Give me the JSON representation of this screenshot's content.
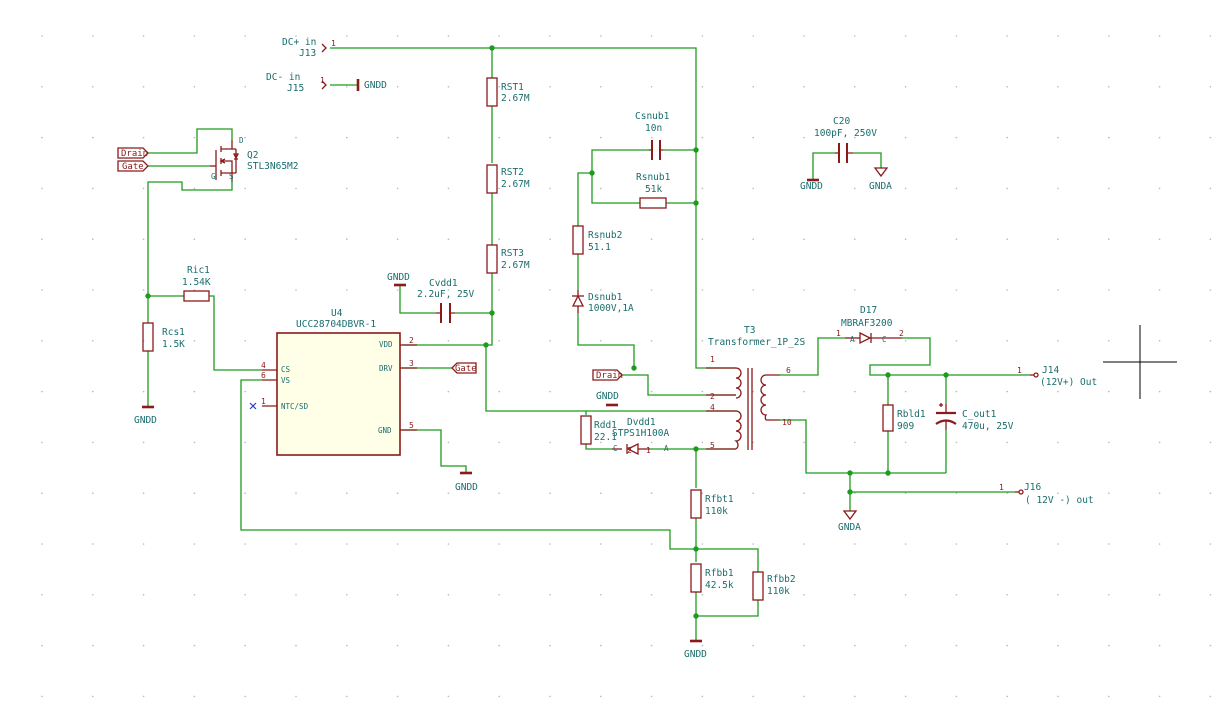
{
  "schematic": {
    "connectors": {
      "j13": {
        "ref": "J13",
        "value": "DC+ in",
        "pin": "1"
      },
      "j15": {
        "ref": "J15",
        "value": "DC- in",
        "pin": "1"
      },
      "j14": {
        "ref": "J14",
        "value": "(12V+) Out",
        "pin": "1"
      },
      "j16": {
        "ref": "J16",
        "value": "( 12V -) out",
        "pin": "1"
      }
    },
    "components": {
      "q2": {
        "ref": "Q2",
        "value": "STL3N65M2"
      },
      "ric1": {
        "ref": "Ric1",
        "value": "1.54K"
      },
      "rcs1": {
        "ref": "Rcs1",
        "value": "1.5K"
      },
      "rst1": {
        "ref": "RST1",
        "value": "2.67M"
      },
      "rst2": {
        "ref": "RST2",
        "value": "2.67M"
      },
      "rst3": {
        "ref": "RST3",
        "value": "2.67M"
      },
      "cvdd1": {
        "ref": "Cvdd1",
        "value": "2.2uF, 25V"
      },
      "csnub1": {
        "ref": "Csnub1",
        "value": "10n"
      },
      "rsnub1": {
        "ref": "Rsnub1",
        "value": "51k"
      },
      "rsnub2": {
        "ref": "Rsnub2",
        "value": "51.1"
      },
      "dsnub1": {
        "ref": "Dsnub1",
        "value": "1000V,1A"
      },
      "c20": {
        "ref": "C20",
        "value": "100pF, 250V"
      },
      "t3": {
        "ref": "T3",
        "value": "Transformer_1P_2S"
      },
      "d17": {
        "ref": "D17",
        "value": "MBRAF3200"
      },
      "rbld1": {
        "ref": "Rbld1",
        "value": "909"
      },
      "cout1": {
        "ref": "C_out1",
        "value": "470u, 25V"
      },
      "rdd1": {
        "ref": "Rdd1",
        "value": "22.1"
      },
      "dvdd1": {
        "ref": "Dvdd1",
        "value": "STPS1H100A"
      },
      "rfbt1": {
        "ref": "Rfbt1",
        "value": "110k"
      },
      "rfbb1": {
        "ref": "Rfbb1",
        "value": "42.5k"
      },
      "rfbb2": {
        "ref": "Rfbb2",
        "value": "110k"
      }
    },
    "u4": {
      "ref": "U4",
      "value": "UCC28704DBVR-1",
      "pins": {
        "vdd": {
          "name": "VDD",
          "num": "2"
        },
        "drv": {
          "name": "DRV",
          "num": "3"
        },
        "gnd": {
          "name": "GND",
          "num": "5"
        },
        "cs": {
          "name": "CS",
          "num": "4"
        },
        "vs": {
          "name": "VS",
          "num": "6"
        },
        "ntc": {
          "name": "NTC/SD",
          "num": "1"
        }
      }
    },
    "power": {
      "gndd": "GNDD",
      "gnda": "GNDA"
    },
    "net_labels": {
      "drain": "Drain",
      "gate": "Gate"
    },
    "pin_numbers": {
      "one": "1",
      "two": "2",
      "four": "4",
      "five": "5",
      "six": "6",
      "ten": "10"
    },
    "diode_pins": {
      "a": "A",
      "c": "C"
    },
    "mosfet_pins": {
      "gate": "G",
      "source": "S",
      "drain": "D"
    },
    "colors": {
      "wire": "#1e9b1e",
      "component": "#8b1a1a",
      "text": "#1a6d6d",
      "background": "#ffffff"
    }
  }
}
